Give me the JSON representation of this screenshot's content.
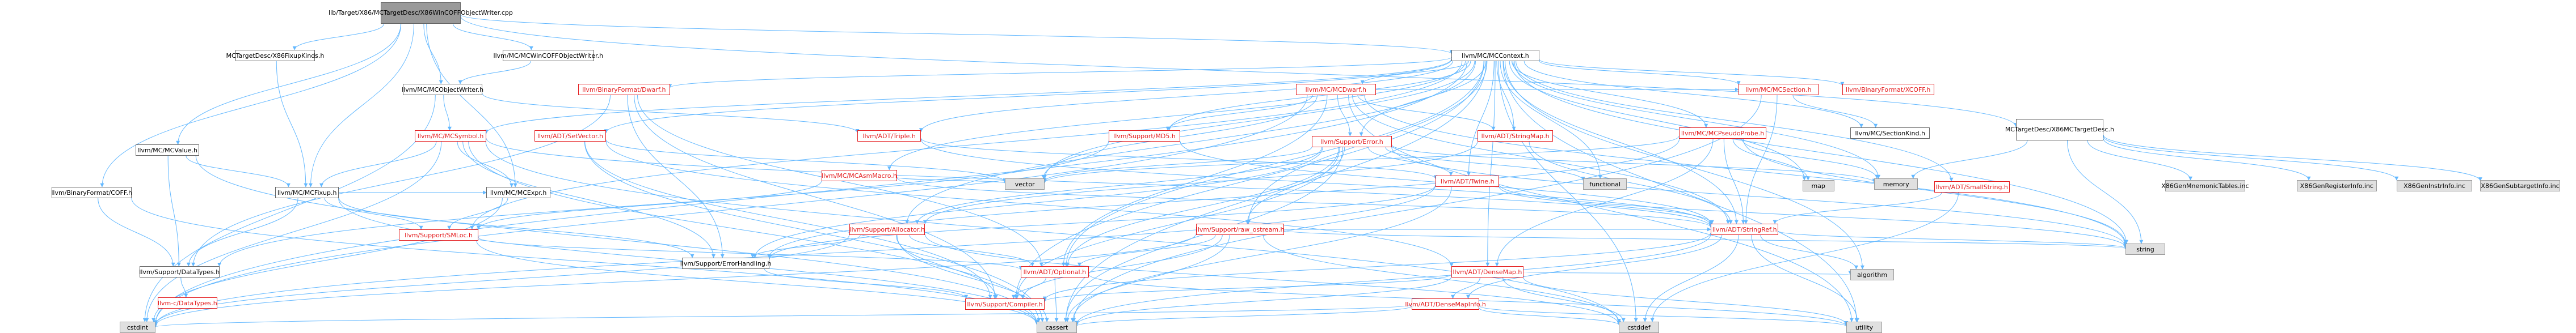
{
  "colors": {
    "edge": "#63b8ff",
    "root_fill": "#999999",
    "red_text": "#e41a1c",
    "gray_fill": "#e0e0e0"
  },
  "nodes": [
    {
      "id": "root",
      "style": "root",
      "label": "lib/Target/X86/MCTargetDesc/X86WinCOFFObjectWriter.cpp"
    },
    {
      "id": "mctx",
      "style": "white",
      "label": "llvm/MC/MCContext.h"
    },
    {
      "id": "fixk",
      "style": "white",
      "label": "MCTargetDesc/X86FixupKinds.h"
    },
    {
      "id": "wcow",
      "style": "white",
      "label": "llvm/MC/MCWinCOFFObjectWriter.h"
    },
    {
      "id": "x86desc",
      "style": "white",
      "label": "MCTargetDesc/X86MCTargetDesc.h"
    },
    {
      "id": "mcobjw",
      "style": "white",
      "label": "llvm/MC/MCObjectWriter.h"
    },
    {
      "id": "mcval",
      "style": "white",
      "label": "llvm/MC/MCValue.h"
    },
    {
      "id": "bincoff",
      "style": "white",
      "label": "llvm/BinaryFormat/COFF.h"
    },
    {
      "id": "mcfixup",
      "style": "white",
      "label": "llvm/MC/MCFixup.h"
    },
    {
      "id": "dwarf",
      "style": "red",
      "label": "llvm/BinaryFormat/Dwarf.h"
    },
    {
      "id": "mcsym",
      "style": "red",
      "label": "llvm/MC/MCSymbol.h"
    },
    {
      "id": "mcexpr",
      "style": "white",
      "label": "llvm/MC/MCExpr.h"
    },
    {
      "id": "setvec",
      "style": "red",
      "label": "llvm/ADT/SetVector.h"
    },
    {
      "id": "triple",
      "style": "red",
      "label": "llvm/ADT/Triple.h"
    },
    {
      "id": "asmmacro",
      "style": "red",
      "label": "llvm/MC/MCAsmMacro.h"
    },
    {
      "id": "mcdwarf",
      "style": "red",
      "label": "llvm/MC/MCDwarf.h"
    },
    {
      "id": "md5",
      "style": "red",
      "label": "llvm/Support/MD5.h"
    },
    {
      "id": "superr",
      "style": "red",
      "label": "llvm/Support/Error.h"
    },
    {
      "id": "strmap",
      "style": "red",
      "label": "llvm/ADT/StringMap.h"
    },
    {
      "id": "pprobe",
      "style": "red",
      "label": "llvm/MC/MCPseudoProbe.h"
    },
    {
      "id": "mcsect",
      "style": "red",
      "label": "llvm/MC/MCSection.h"
    },
    {
      "id": "xcoff",
      "style": "red",
      "label": "llvm/BinaryFormat/XCOFF.h"
    },
    {
      "id": "sectkind",
      "style": "white",
      "label": "llvm/MC/SectionKind.h"
    },
    {
      "id": "alloc",
      "style": "red",
      "label": "llvm/Support/Allocator.h"
    },
    {
      "id": "rawos",
      "style": "red",
      "label": "llvm/Support/raw_ostream.h"
    },
    {
      "id": "twine",
      "style": "red",
      "label": "llvm/ADT/Twine.h"
    },
    {
      "id": "smlstr",
      "style": "red",
      "label": "llvm/ADT/SmallString.h"
    },
    {
      "id": "strref",
      "style": "red",
      "label": "llvm/ADT/StringRef.h"
    },
    {
      "id": "densemap",
      "style": "red",
      "label": "llvm/ADT/DenseMap.h"
    },
    {
      "id": "optional",
      "style": "red",
      "label": "llvm/ADT/Optional.h"
    },
    {
      "id": "dminfo",
      "style": "red",
      "label": "llvm/ADT/DenseMapInfo.h"
    },
    {
      "id": "smloc",
      "style": "red",
      "label": "llvm/Support/SMLoc.h"
    },
    {
      "id": "errh",
      "style": "white",
      "label": "llvm/Support/ErrorHandling.h"
    },
    {
      "id": "dtypes",
      "style": "white",
      "label": "llvm/Support/DataTypes.h"
    },
    {
      "id": "cdtypes",
      "style": "red",
      "label": "llvm-c/DataTypes.h"
    },
    {
      "id": "compiler",
      "style": "red",
      "label": "llvm/Support/Compiler.h"
    },
    {
      "id": "vector",
      "style": "gray",
      "label": "vector"
    },
    {
      "id": "functional",
      "style": "gray",
      "label": "functional"
    },
    {
      "id": "map",
      "style": "gray",
      "label": "map"
    },
    {
      "id": "memory",
      "style": "gray",
      "label": "memory"
    },
    {
      "id": "string",
      "style": "gray",
      "label": "string"
    },
    {
      "id": "utility",
      "style": "gray",
      "label": "utility"
    },
    {
      "id": "algorithm",
      "style": "gray",
      "label": "algorithm"
    },
    {
      "id": "cstdint",
      "style": "gray",
      "label": "cstdint"
    },
    {
      "id": "cstddef",
      "style": "gray",
      "label": "cstddef"
    },
    {
      "id": "cassert",
      "style": "gray",
      "label": "cassert"
    },
    {
      "id": "mnem",
      "style": "gray",
      "label": "X86GenMnemonicTables.inc"
    },
    {
      "id": "reginfo",
      "style": "gray",
      "label": "X86GenRegisterInfo.inc"
    },
    {
      "id": "instrinfo",
      "style": "gray",
      "label": "X86GenInstrInfo.inc"
    },
    {
      "id": "subtgt",
      "style": "gray",
      "label": "X86GenSubtargetInfo.inc"
    }
  ],
  "edges": [
    [
      "root",
      "mctx"
    ],
    [
      "root",
      "fixk"
    ],
    [
      "root",
      "wcow"
    ],
    [
      "root",
      "x86desc"
    ],
    [
      "root",
      "mcobjw"
    ],
    [
      "root",
      "mcval"
    ],
    [
      "root",
      "bincoff"
    ],
    [
      "root",
      "mcfixup"
    ],
    [
      "root",
      "mcexpr"
    ],
    [
      "wcow",
      "mcobjw"
    ],
    [
      "fixk",
      "mcfixup"
    ],
    [
      "mcobjw",
      "mcsym"
    ],
    [
      "mcobjw",
      "triple"
    ],
    [
      "mcobjw",
      "cstdint"
    ],
    [
      "mcval",
      "mcfixup"
    ],
    [
      "mcval",
      "dtypes"
    ],
    [
      "mcval",
      "cassert"
    ],
    [
      "bincoff",
      "dtypes"
    ],
    [
      "bincoff",
      "cassert"
    ],
    [
      "mcfixup",
      "mcexpr"
    ],
    [
      "mcfixup",
      "smloc"
    ],
    [
      "mcfixup",
      "errh"
    ],
    [
      "mcfixup",
      "dtypes"
    ],
    [
      "mcfixup",
      "cassert"
    ],
    [
      "mcexpr",
      "smloc"
    ],
    [
      "mcexpr",
      "cstdint"
    ],
    [
      "mcsym",
      "mcexpr"
    ],
    [
      "mcsym",
      "errh"
    ],
    [
      "mcsym",
      "strref"
    ],
    [
      "mcsym",
      "cassert"
    ],
    [
      "mcsym",
      "cstddef"
    ],
    [
      "mcsym",
      "cstdint"
    ],
    [
      "mcsym",
      "mcfixup"
    ],
    [
      "dwarf",
      "errh"
    ],
    [
      "dwarf",
      "compiler"
    ],
    [
      "dwarf",
      "dtypes"
    ],
    [
      "dwarf",
      "optional"
    ],
    [
      "setvec",
      "densemap"
    ],
    [
      "setvec",
      "compiler"
    ],
    [
      "setvec",
      "cassert"
    ],
    [
      "setvec",
      "vector"
    ],
    [
      "triple",
      "strref"
    ],
    [
      "triple",
      "twine"
    ],
    [
      "asmmacro",
      "smloc"
    ],
    [
      "asmmacro",
      "strref"
    ],
    [
      "asmmacro",
      "vector"
    ],
    [
      "mcdwarf",
      "md5"
    ],
    [
      "mcdwarf",
      "superr"
    ],
    [
      "mcdwarf",
      "strmap"
    ],
    [
      "mcdwarf",
      "mcsect"
    ],
    [
      "mcdwarf",
      "optional"
    ],
    [
      "mcdwarf",
      "strref"
    ],
    [
      "mcdwarf",
      "vector"
    ],
    [
      "mcdwarf",
      "string"
    ],
    [
      "mcdwarf",
      "utility"
    ],
    [
      "mcdwarf",
      "cstdint"
    ],
    [
      "md5",
      "strref"
    ],
    [
      "md5",
      "dtypes"
    ],
    [
      "superr",
      "alloc"
    ],
    [
      "superr",
      "rawos"
    ],
    [
      "superr",
      "twine"
    ],
    [
      "superr",
      "errh"
    ],
    [
      "superr",
      "compiler"
    ],
    [
      "superr",
      "functional"
    ],
    [
      "superr",
      "memory"
    ],
    [
      "superr",
      "string"
    ],
    [
      "superr",
      "vector"
    ],
    [
      "superr",
      "cassert"
    ],
    [
      "superr",
      "optional"
    ],
    [
      "strmap",
      "strref"
    ],
    [
      "strmap",
      "alloc"
    ],
    [
      "pprobe",
      "densemap"
    ],
    [
      "pprobe",
      "strref"
    ],
    [
      "pprobe",
      "map"
    ],
    [
      "pprobe",
      "memory"
    ],
    [
      "pprobe",
      "string"
    ],
    [
      "pprobe",
      "vector"
    ],
    [
      "pprobe",
      "errh"
    ],
    [
      "mcsect",
      "sectkind"
    ],
    [
      "mcsect",
      "strref"
    ],
    [
      "mcsect",
      "cassert"
    ],
    [
      "alloc",
      "compiler"
    ],
    [
      "alloc",
      "errh"
    ],
    [
      "alloc",
      "cassert"
    ],
    [
      "alloc",
      "cstddef"
    ],
    [
      "alloc",
      "cstdint"
    ],
    [
      "alloc",
      "optional"
    ],
    [
      "rawos",
      "strref"
    ],
    [
      "rawos",
      "compiler"
    ],
    [
      "rawos",
      "cassert"
    ],
    [
      "rawos",
      "cstddef"
    ],
    [
      "rawos",
      "cstdint"
    ],
    [
      "rawos",
      "string"
    ],
    [
      "rawos",
      "optional"
    ],
    [
      "twine",
      "strref"
    ],
    [
      "twine",
      "errh"
    ],
    [
      "twine",
      "cassert"
    ],
    [
      "twine",
      "cstdint"
    ],
    [
      "twine",
      "string"
    ],
    [
      "smlstr",
      "strref"
    ],
    [
      "smlstr",
      "cstddef"
    ],
    [
      "strref",
      "dminfo"
    ],
    [
      "strref",
      "compiler"
    ],
    [
      "strref",
      "algorithm"
    ],
    [
      "strref",
      "cassert"
    ],
    [
      "strref",
      "cstddef"
    ],
    [
      "strref",
      "string"
    ],
    [
      "strref",
      "utility"
    ],
    [
      "densemap",
      "dminfo"
    ],
    [
      "densemap",
      "algorithm"
    ],
    [
      "densemap",
      "cassert"
    ],
    [
      "densemap",
      "cstddef"
    ],
    [
      "densemap",
      "utility"
    ],
    [
      "densemap",
      "compiler"
    ],
    [
      "optional",
      "compiler"
    ],
    [
      "optional",
      "cassert"
    ],
    [
      "optional",
      "utility"
    ],
    [
      "dminfo",
      "cassert"
    ],
    [
      "dminfo",
      "cstddef"
    ],
    [
      "dminfo",
      "cstdint"
    ],
    [
      "dminfo",
      "utility"
    ],
    [
      "smloc",
      "cassert"
    ],
    [
      "smloc",
      "optional"
    ],
    [
      "errh",
      "compiler"
    ],
    [
      "dtypes",
      "cdtypes"
    ],
    [
      "x86desc",
      "memory"
    ],
    [
      "x86desc",
      "string"
    ],
    [
      "x86desc",
      "mnem"
    ],
    [
      "x86desc",
      "reginfo"
    ],
    [
      "x86desc",
      "instrinfo"
    ],
    [
      "x86desc",
      "subtgt"
    ],
    [
      "mctx",
      "dwarf"
    ],
    [
      "mctx",
      "mcsym"
    ],
    [
      "mctx",
      "setvec"
    ],
    [
      "mctx",
      "asmmacro"
    ],
    [
      "mctx",
      "mcdwarf"
    ],
    [
      "mctx",
      "md5"
    ],
    [
      "mctx",
      "superr"
    ],
    [
      "mctx",
      "strmap"
    ],
    [
      "mctx",
      "pprobe"
    ],
    [
      "mctx",
      "mcsect"
    ],
    [
      "mctx",
      "xcoff"
    ],
    [
      "mctx",
      "sectkind"
    ],
    [
      "mctx",
      "alloc"
    ],
    [
      "mctx",
      "rawos"
    ],
    [
      "mctx",
      "twine"
    ],
    [
      "mctx",
      "smlstr"
    ],
    [
      "mctx",
      "strref"
    ],
    [
      "mctx",
      "densemap"
    ],
    [
      "mctx",
      "optional"
    ],
    [
      "mctx",
      "triple"
    ],
    [
      "mctx",
      "smloc"
    ],
    [
      "mctx",
      "compiler"
    ],
    [
      "mctx",
      "vector"
    ],
    [
      "mctx",
      "functional"
    ],
    [
      "mctx",
      "map"
    ],
    [
      "mctx",
      "memory"
    ],
    [
      "mctx",
      "string"
    ],
    [
      "mctx",
      "utility"
    ],
    [
      "mctx",
      "algorithm"
    ],
    [
      "mctx",
      "cstdint"
    ],
    [
      "mctx",
      "cstddef"
    ],
    [
      "mctx",
      "cassert"
    ]
  ]
}
